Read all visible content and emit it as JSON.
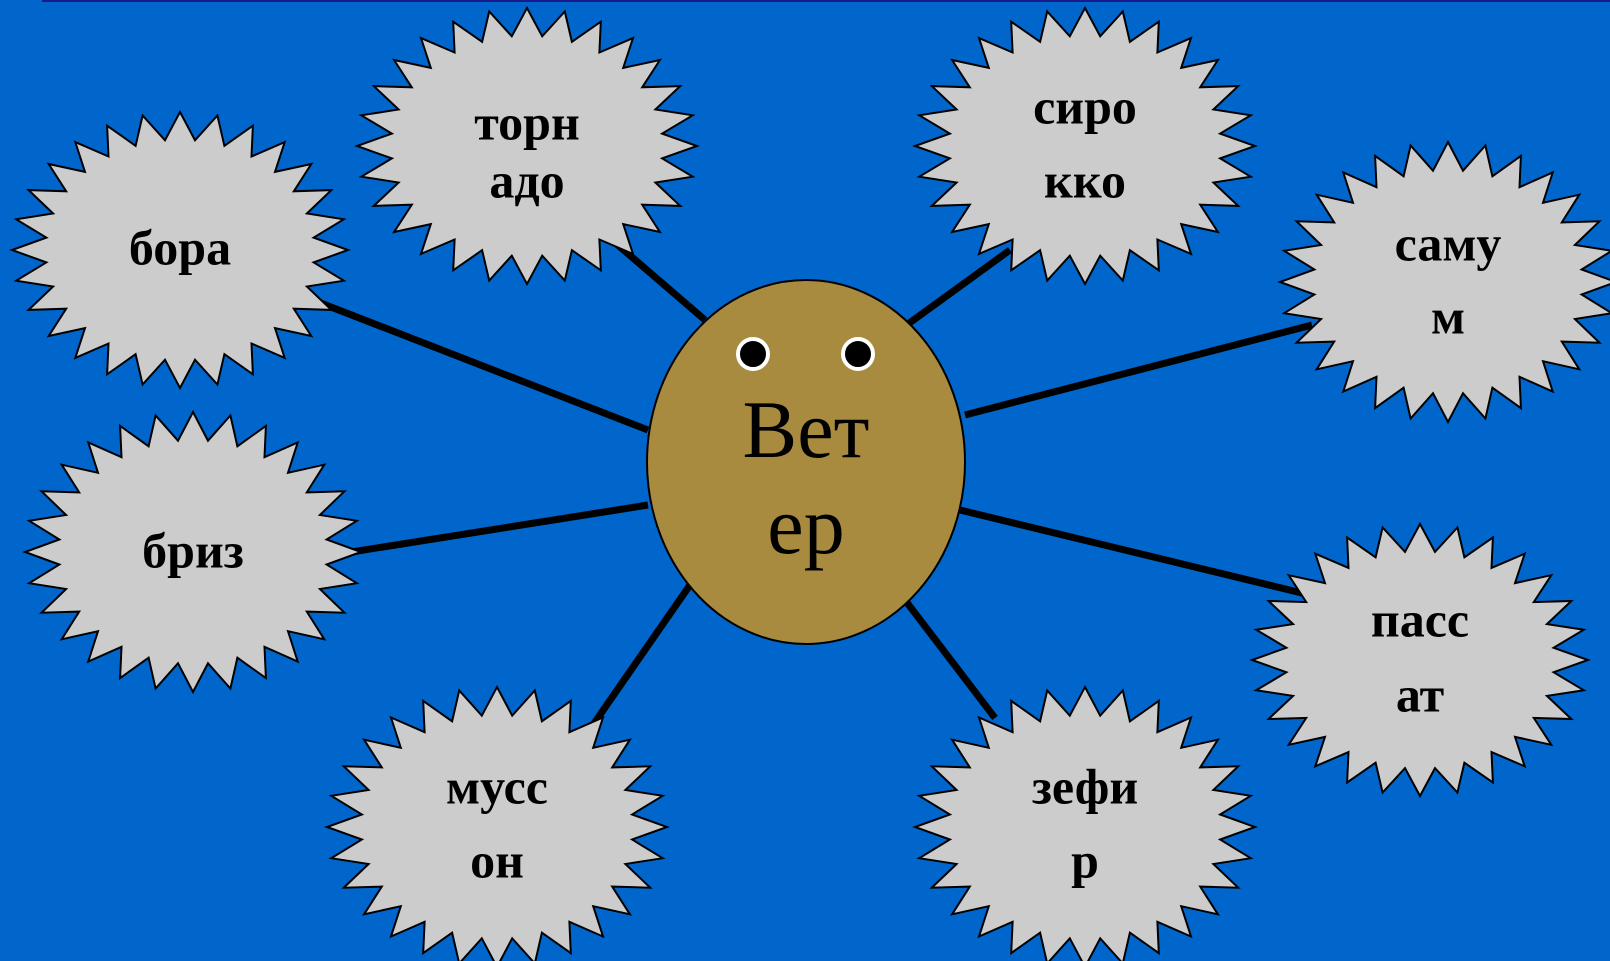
{
  "center": {
    "line1": "Вет",
    "line2": "ер"
  },
  "bursts": [
    {
      "id": "tornado",
      "lines": [
        "торн",
        "адо"
      ]
    },
    {
      "id": "sirocco",
      "lines": [
        "сиро",
        "кко"
      ]
    },
    {
      "id": "bora",
      "lines": [
        "бора"
      ]
    },
    {
      "id": "samum",
      "lines": [
        "саму",
        "м"
      ]
    },
    {
      "id": "breeze",
      "lines": [
        "бриз"
      ]
    },
    {
      "id": "passat",
      "lines": [
        "пасс",
        "ат"
      ]
    },
    {
      "id": "monsoon",
      "lines": [
        "мусс",
        "он"
      ]
    },
    {
      "id": "zephyr",
      "lines": [
        "зефи",
        "р"
      ]
    }
  ],
  "colors": {
    "background": "#0066cc",
    "burst_fill": "#cccccc",
    "center_fill": "#a88b3f",
    "connector": "#000000",
    "eye": "#000000"
  }
}
